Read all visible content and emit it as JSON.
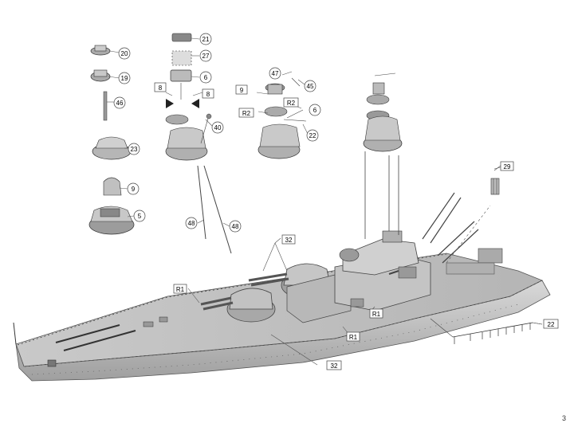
{
  "page_number": "3",
  "callouts": {
    "c20": "20",
    "c19": "19",
    "c46": "46",
    "c23": "23",
    "c9a": "9",
    "c5": "5",
    "c21": "21",
    "c27": "27",
    "c6a": "6",
    "c8a": "8",
    "c8b": "8",
    "c40": "40",
    "c48a": "48",
    "c48b": "48",
    "c47": "47",
    "c45": "45",
    "c9b": "9",
    "cR2a": "R2",
    "cR2b": "R2",
    "c6b": "6",
    "c22a": "22",
    "c29": "29",
    "c32a": "32",
    "cR1a": "R1",
    "cR1b": "R1",
    "cR1c": "R1",
    "c22b": "22",
    "c32b": "32"
  },
  "colors": {
    "hull": "#cfcfcf",
    "deck": "#bdbdbd",
    "shadow": "#8c8c8c",
    "line": "#333333",
    "dark": "#4a4a4a"
  }
}
